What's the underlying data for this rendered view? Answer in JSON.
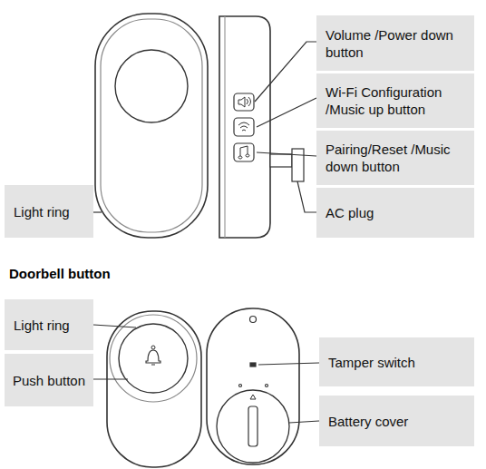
{
  "diagram": {
    "nodes": [
      {
        "text": [
          "Volume /Power down button"
        ]
      },
      {
        "text": [
          "Wi-Fi Configuration /Music up button"
        ]
      },
      {
        "text": [
          "Pairing/Reset /Music down button"
        ]
      },
      {
        "text": [
          "AC plug"
        ]
      },
      {
        "text": [
          "Light ring"
        ]
      },
      {
        "text": [
          "Light ring"
        ]
      },
      {
        "text": [
          "Push button"
        ]
      },
      {
        "text": [
          "Tamper switch"
        ]
      },
      {
        "text": [
          "Battery cover"
        ]
      }
    ],
    "labels": [
      "Doorbell button"
    ]
  }
}
